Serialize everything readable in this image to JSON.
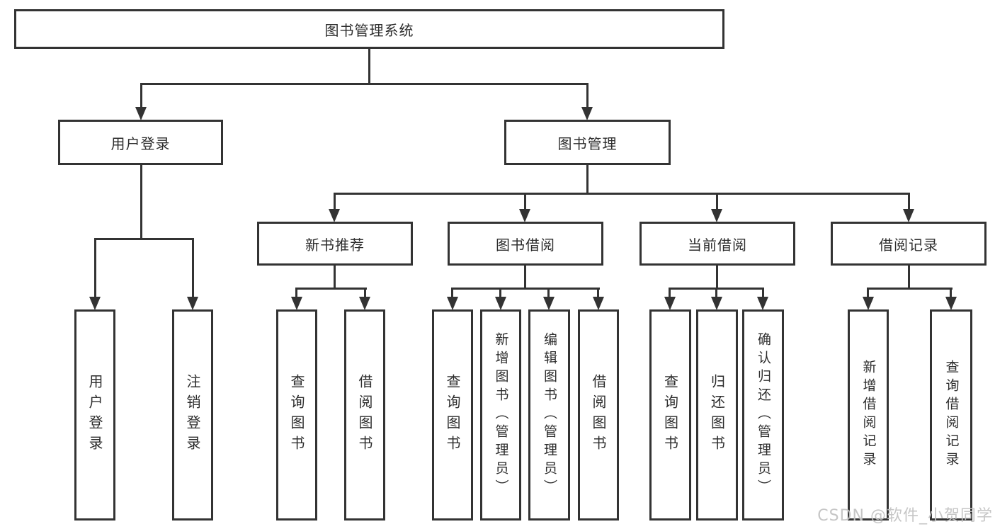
{
  "diagram": {
    "title": "图书管理系统",
    "root": {
      "label": "图书管理系统"
    },
    "level2": [
      {
        "label": "用户登录"
      },
      {
        "label": "图书管理"
      }
    ],
    "level3": [
      {
        "label": "新书推荐"
      },
      {
        "label": "图书借阅"
      },
      {
        "label": "当前借阅"
      },
      {
        "label": "借阅记录"
      }
    ],
    "leaves": [
      {
        "label": "用户登录"
      },
      {
        "label": "注销登录"
      },
      {
        "label": "查询图书"
      },
      {
        "label": "借阅图书"
      },
      {
        "label": "查询图书"
      },
      {
        "label": "新增图书（管理员）"
      },
      {
        "label": "编辑图书（管理员）"
      },
      {
        "label": "借阅图书"
      },
      {
        "label": "查询图书"
      },
      {
        "label": "归还图书"
      },
      {
        "label": "确认归还（管理员）"
      },
      {
        "label": "新增借阅记录"
      },
      {
        "label": "查询借阅记录"
      }
    ],
    "edges": [
      {
        "from": "图书管理系统",
        "to": [
          "用户登录",
          "图书管理"
        ]
      },
      {
        "from": "用户登录",
        "to": [
          "用户登录",
          "注销登录"
        ]
      },
      {
        "from": "图书管理",
        "to": [
          "新书推荐",
          "图书借阅",
          "当前借阅",
          "借阅记录"
        ]
      },
      {
        "from": "新书推荐",
        "to": [
          "查询图书",
          "借阅图书"
        ]
      },
      {
        "from": "图书借阅",
        "to": [
          "查询图书",
          "新增图书（管理员）",
          "编辑图书（管理员）",
          "借阅图书"
        ]
      },
      {
        "from": "当前借阅",
        "to": [
          "查询图书",
          "归还图书",
          "确认归还（管理员）"
        ]
      },
      {
        "from": "借阅记录",
        "to": [
          "新增借阅记录",
          "查询借阅记录"
        ]
      }
    ],
    "watermark": {
      "text": "CSDN @软件_小贺同学",
      "color": "#c3c3c3"
    },
    "colors": {
      "line": "#333333",
      "box_border": "#333333",
      "box_fill": "#ffffff",
      "text": "#2d2d2d",
      "background": "#ffffff"
    }
  }
}
